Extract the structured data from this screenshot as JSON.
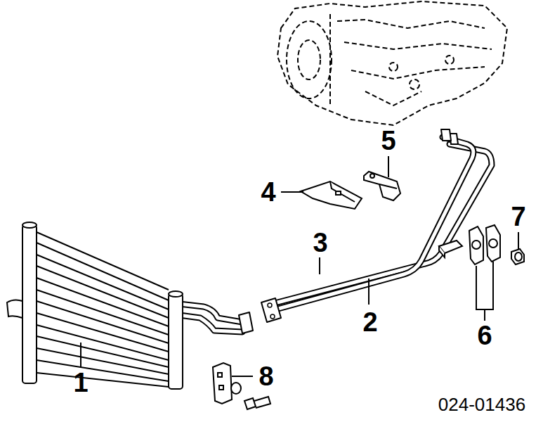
{
  "diagram": {
    "labels": [
      "1",
      "2",
      "3",
      "4",
      "5",
      "6",
      "7",
      "8",
      "024-01436"
    ]
  }
}
